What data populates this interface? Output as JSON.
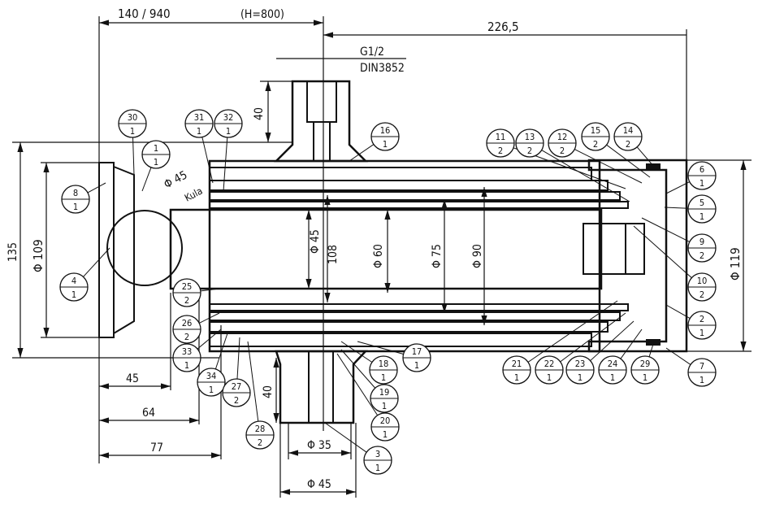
{
  "dimensions": {
    "top_length": "140 / 940",
    "stroke": "(H=800)",
    "right_length": "226,5",
    "port_thread": "G1/2",
    "port_standard": "DIN3852",
    "top_port_height": "40",
    "overall_height": "135",
    "base_diameter": "Φ 109",
    "ball_diameter": "Φ 45",
    "ball_label": "Kula",
    "rod_diameter": "Φ 45",
    "stage_108": "108",
    "stage_60": "Φ 60",
    "stage_75": "Φ 75",
    "stage_90": "Φ 90",
    "cap_diameter": "Φ 119",
    "bottom_45": "45",
    "bottom_64": "64",
    "bottom_77": "77",
    "bottom_port_height": "40",
    "bottom_port_inner": "Φ 35",
    "bottom_port_outer": "Φ 45"
  },
  "balloons": [
    {
      "num": "30",
      "qty": "1"
    },
    {
      "num": "1",
      "qty": "1"
    },
    {
      "num": "31",
      "qty": "1"
    },
    {
      "num": "32",
      "qty": "1"
    },
    {
      "num": "16",
      "qty": "1"
    },
    {
      "num": "11",
      "qty": "2"
    },
    {
      "num": "13",
      "qty": "2"
    },
    {
      "num": "12",
      "qty": "2"
    },
    {
      "num": "15",
      "qty": "2"
    },
    {
      "num": "14",
      "qty": "2"
    },
    {
      "num": "6",
      "qty": "1"
    },
    {
      "num": "5",
      "qty": "1"
    },
    {
      "num": "9",
      "qty": "2"
    },
    {
      "num": "10",
      "qty": "2"
    },
    {
      "num": "2",
      "qty": "1"
    },
    {
      "num": "7",
      "qty": "1"
    },
    {
      "num": "8",
      "qty": "1"
    },
    {
      "num": "4",
      "qty": "1"
    },
    {
      "num": "25",
      "qty": "2"
    },
    {
      "num": "26",
      "qty": "2"
    },
    {
      "num": "33",
      "qty": "1"
    },
    {
      "num": "34",
      "qty": "1"
    },
    {
      "num": "27",
      "qty": "2"
    },
    {
      "num": "28",
      "qty": "2"
    },
    {
      "num": "18",
      "qty": "1"
    },
    {
      "num": "17",
      "qty": "1"
    },
    {
      "num": "19",
      "qty": "1"
    },
    {
      "num": "20",
      "qty": "1"
    },
    {
      "num": "3",
      "qty": "1"
    },
    {
      "num": "21",
      "qty": "1"
    },
    {
      "num": "22",
      "qty": "1"
    },
    {
      "num": "23",
      "qty": "1"
    },
    {
      "num": "24",
      "qty": "1"
    },
    {
      "num": "29",
      "qty": "1"
    }
  ]
}
